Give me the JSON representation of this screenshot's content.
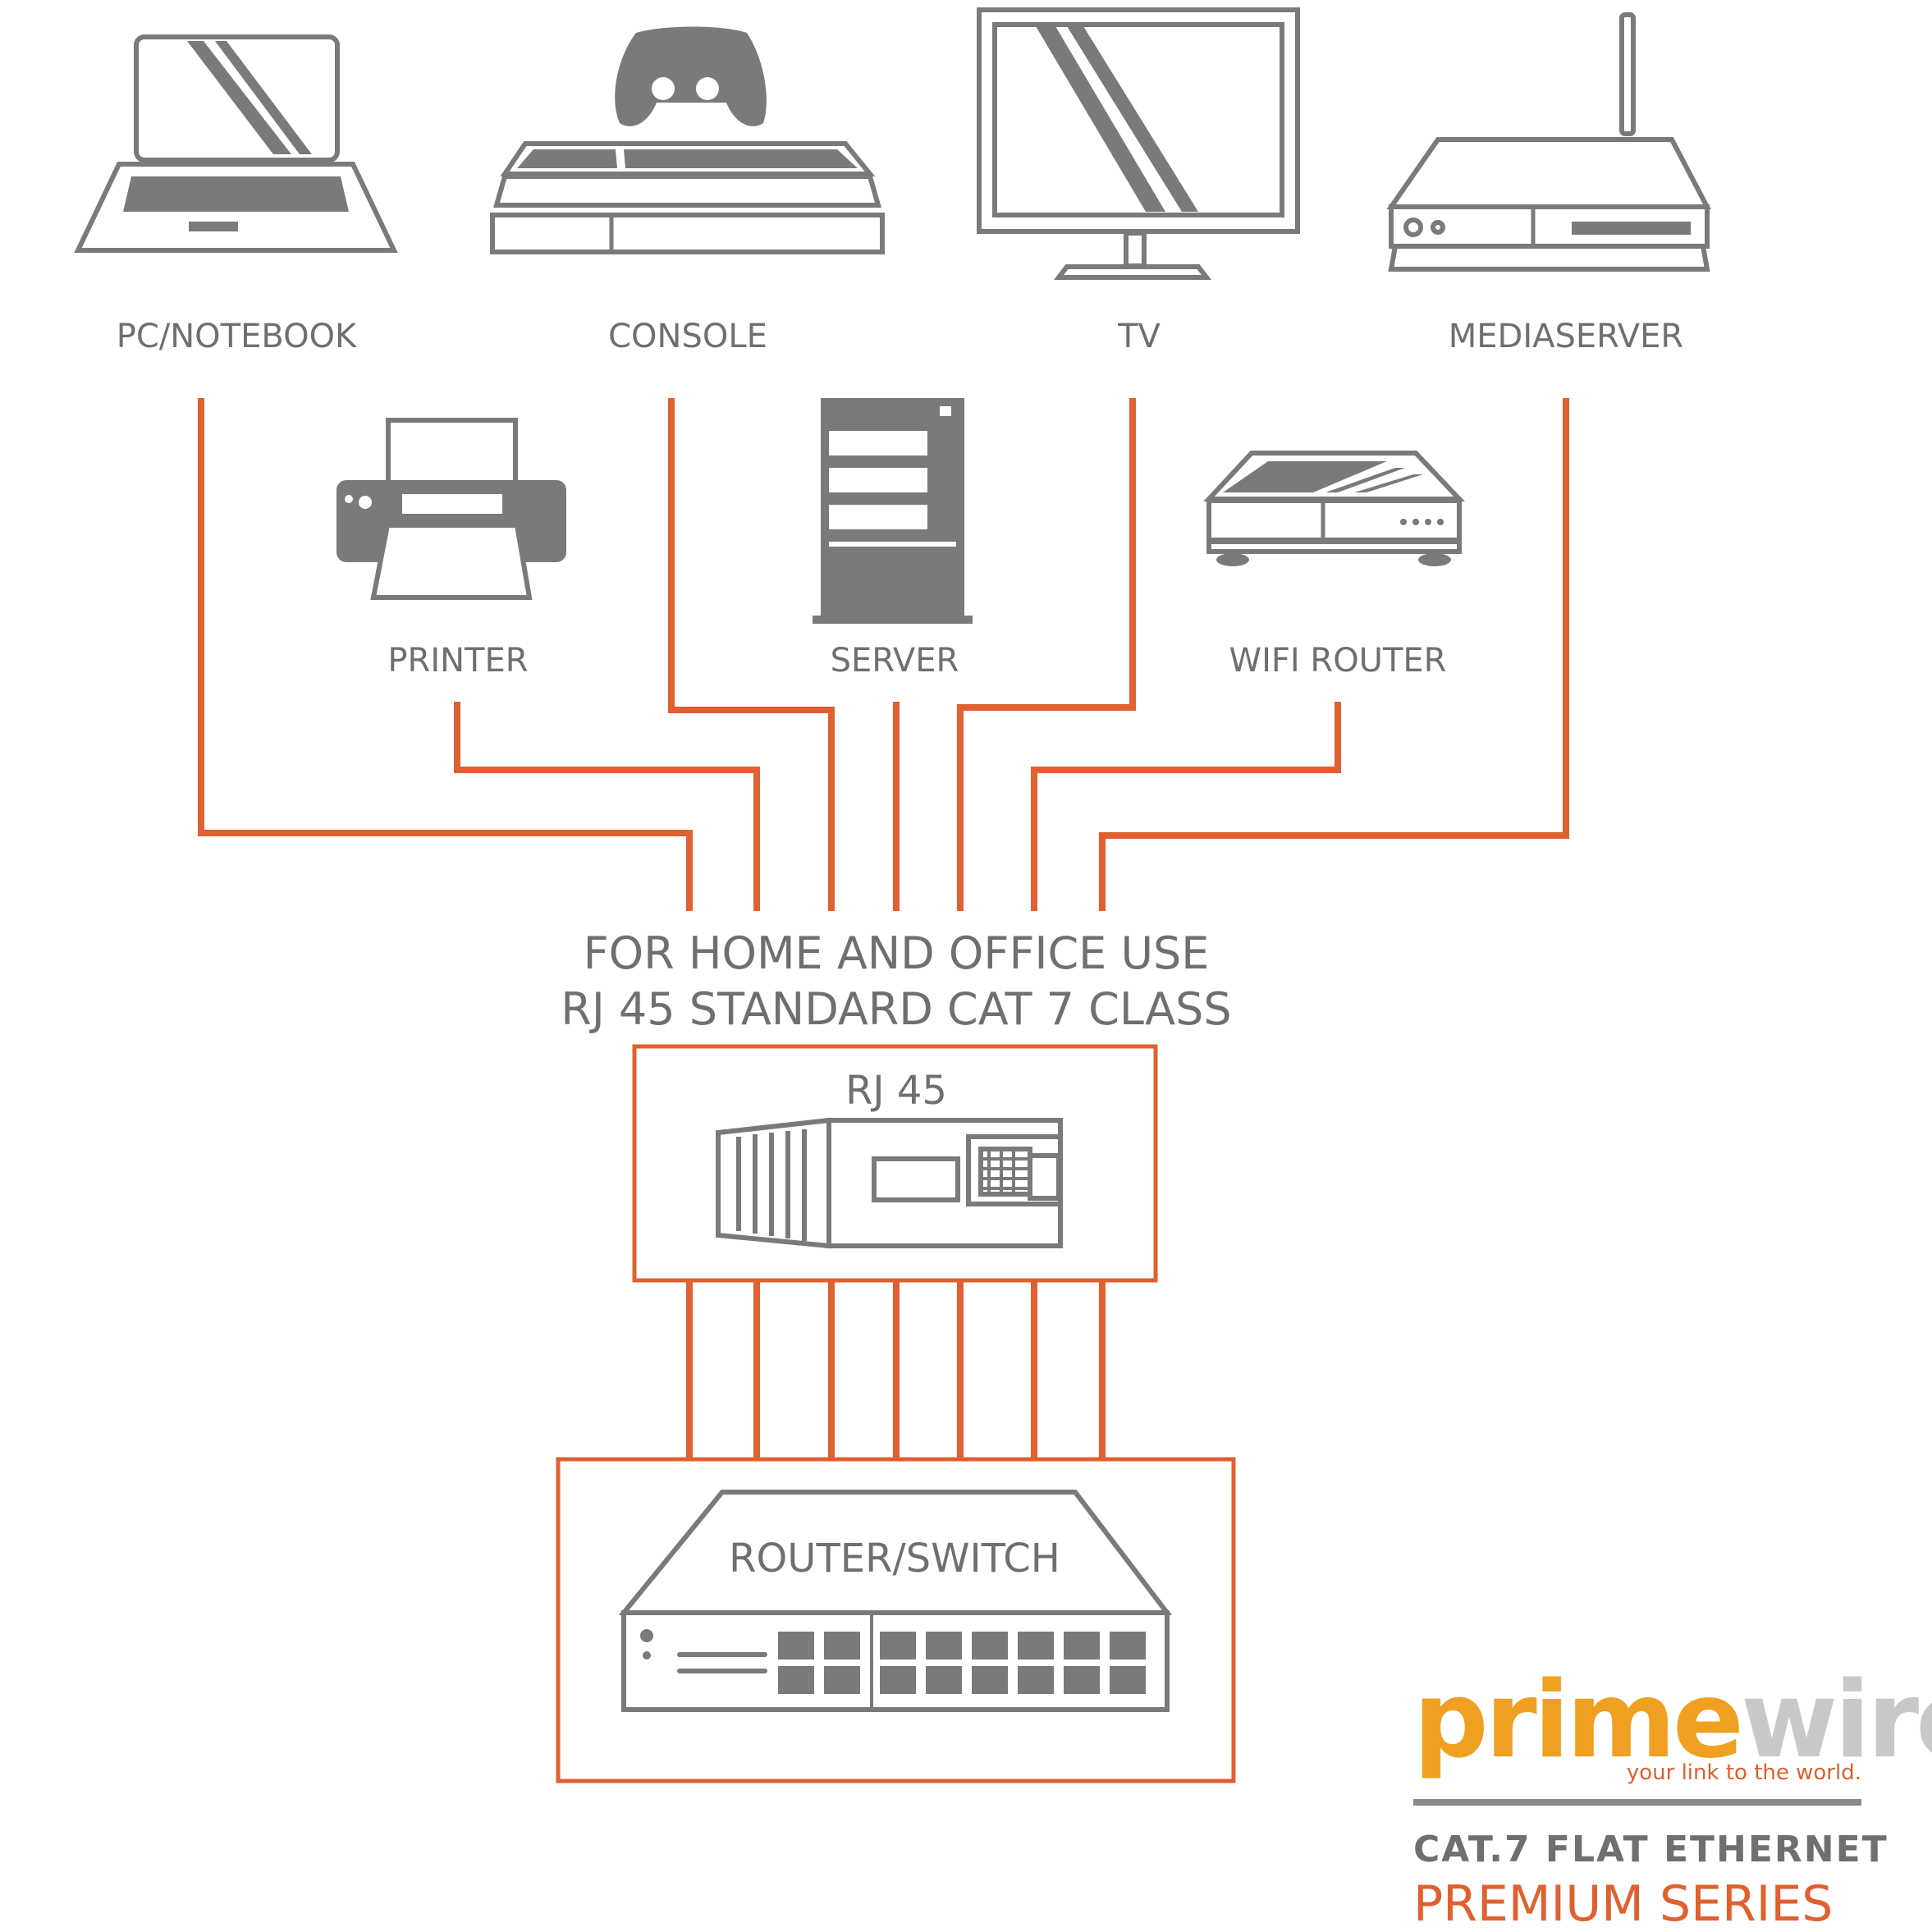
{
  "devices_top": {
    "pc": "PC/NOTEBOOK",
    "console": "CONSOLE",
    "tv": "TV",
    "mediaserver": "MEDIASERVER"
  },
  "devices_mid": {
    "printer": "PRINTER",
    "server": "SERVER",
    "wifi_router": "WIFI ROUTER"
  },
  "usage": {
    "line1": "FOR HOME AND OFFICE USE",
    "line2": "RJ 45 STANDARD CAT 7 CLASS"
  },
  "connector": {
    "label": "RJ 45"
  },
  "hub": {
    "label": "ROUTER/SWITCH"
  },
  "brand": {
    "logo_part1": "prime",
    "logo_part2": "wire",
    "tagline": "your link to the world.",
    "product_line1": "CAT.7 FLAT ETHERNET",
    "product_line2": "PREMIUM SERIES"
  },
  "colors": {
    "cable": "#e0602f",
    "icon": "#7a7a7a",
    "text": "#6f6f6f",
    "logo_orange": "#f0a020",
    "logo_grey": "#c8c8c8"
  },
  "icons": [
    "laptop-icon",
    "game-console-icon",
    "tv-icon",
    "mediaserver-icon",
    "printer-icon",
    "server-rack-icon",
    "wifi-router-icon",
    "rj45-plug-icon",
    "network-switch-icon"
  ]
}
